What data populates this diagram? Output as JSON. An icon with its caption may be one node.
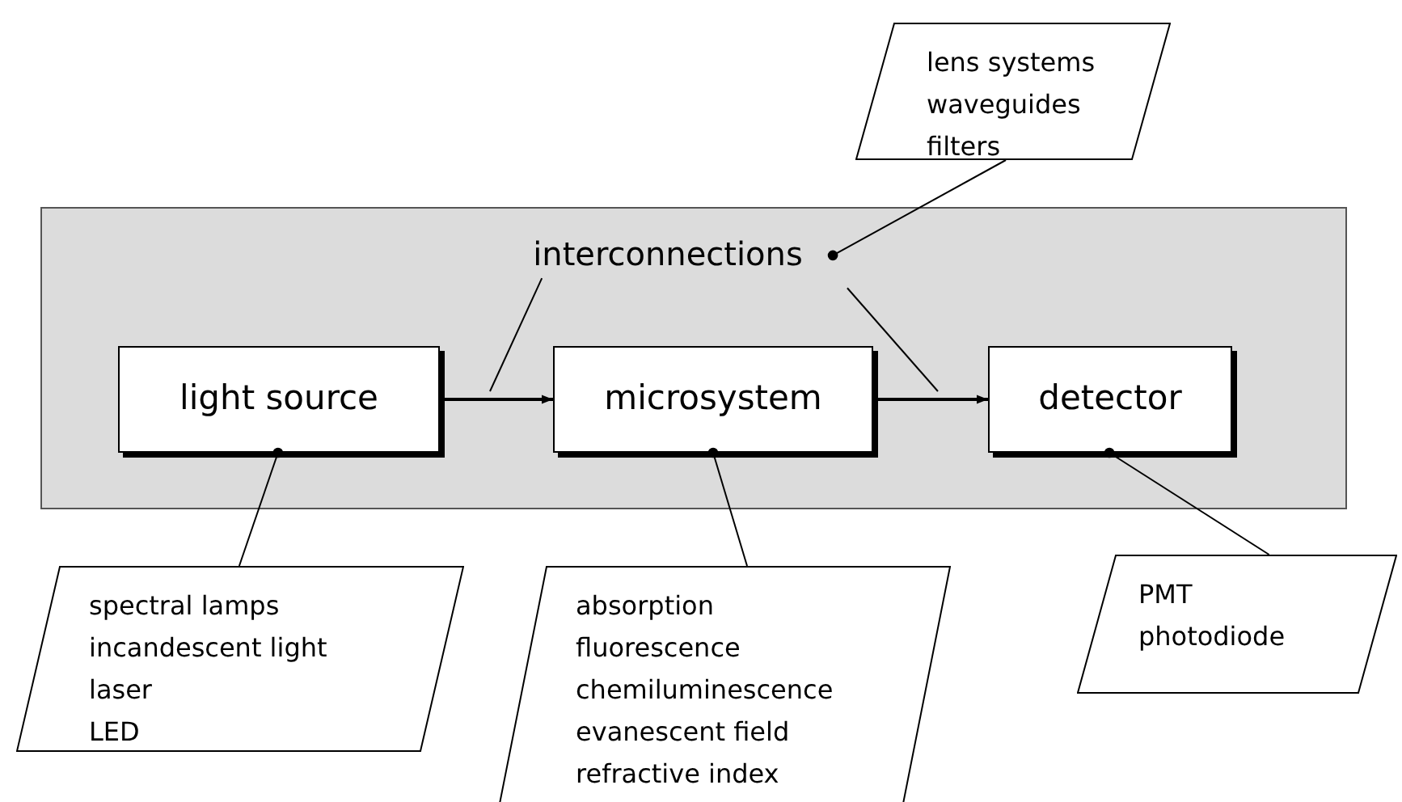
{
  "diagram": {
    "nodes": [
      {
        "text": [],
        "shape": "box"
      },
      {
        "text": [
          "interconnections"
        ],
        "in": 0
      },
      {
        "text": [
          "light source"
        ],
        "in": 0
      },
      {
        "text": [
          "microsystem"
        ],
        "in": 0
      },
      {
        "text": [
          "detector"
        ],
        "in": 0
      },
      {
        "text": [
          "lens systems",
          "waveguides",
          "filters"
        ]
      },
      {
        "text": [
          "spectral lamps",
          "incandescent light",
          "laser",
          "LED"
        ]
      },
      {
        "text": [
          "absorption",
          "fluorescence",
          "chemiluminescence",
          "evanescent field",
          "refractive index"
        ]
      },
      {
        "text": [
          "PMT",
          "photodiode"
        ]
      }
    ],
    "edges": [
      {
        "from": 2,
        "to": 3,
        "arrow": "to"
      },
      {
        "from": 3,
        "to": 4,
        "arrow": "to"
      },
      {
        "from": 5,
        "to": 1,
        "arrow": "other"
      },
      {
        "from": 1,
        "to": null,
        "arrow": "none"
      },
      {
        "from": 1,
        "to": null,
        "arrow": "none"
      },
      {
        "from": 6,
        "to": 2,
        "arrow": "other"
      },
      {
        "from": 7,
        "to": 3,
        "arrow": "other"
      },
      {
        "from": 8,
        "to": 4,
        "arrow": "other"
      }
    ]
  }
}
